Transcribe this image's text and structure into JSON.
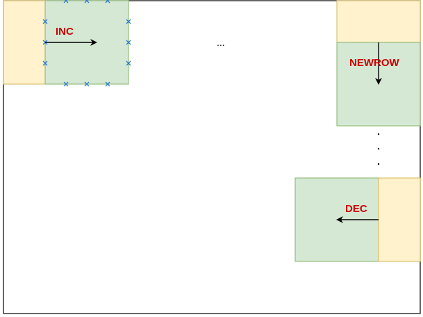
{
  "labels": {
    "inc": "INC",
    "newrow": "NEWROW",
    "dec": "DEC",
    "ellipsis_horizontal": "...",
    "ellipsis_vertical": ". . ."
  },
  "colors": {
    "window_fill": "#d5e8d4",
    "window_stroke": "#82b366",
    "pad_fill": "#fff2cc",
    "pad_stroke": "#d6b656",
    "label_color": "#cc0000",
    "marker_color": "#2b7bd6",
    "border": "#000000"
  },
  "icons": {
    "inc_arrow": "arrow-right-icon",
    "newrow_arrow": "arrow-down-icon",
    "dec_arrow": "arrow-left-icon",
    "markers": "x-marker-icon"
  }
}
